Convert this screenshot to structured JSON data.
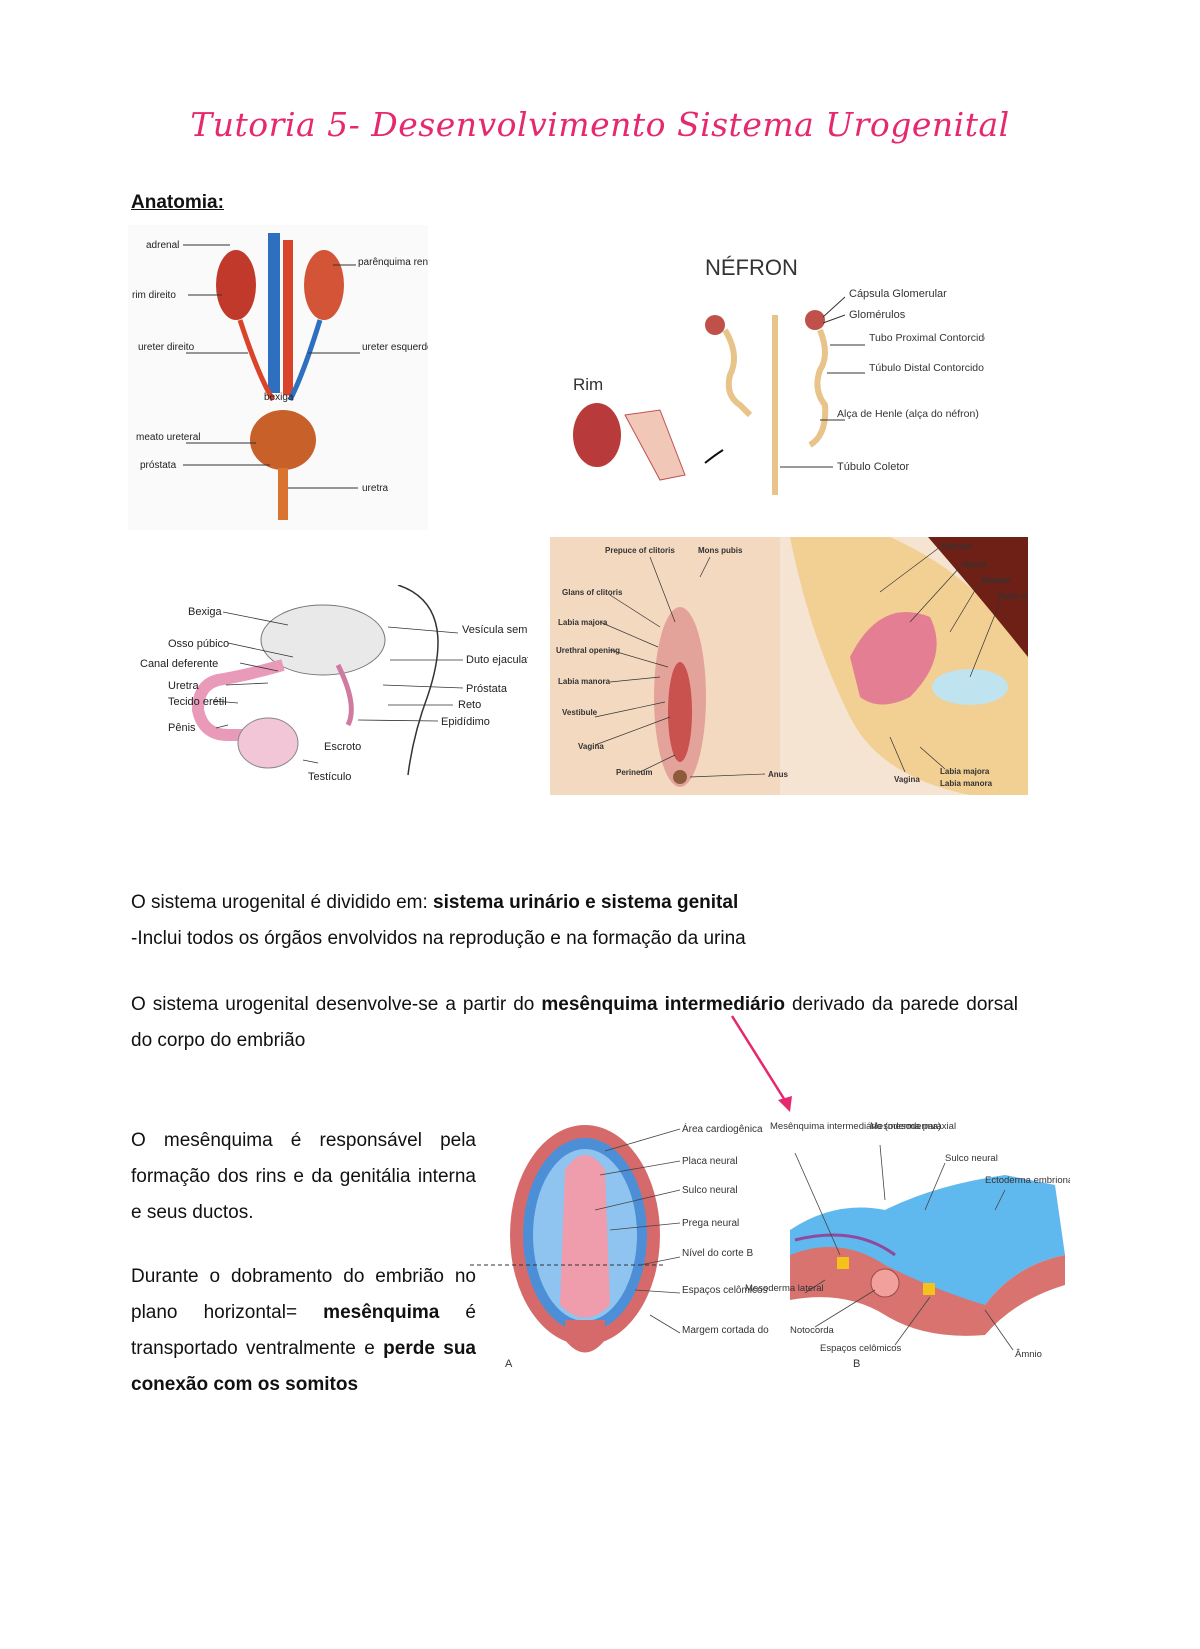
{
  "title": "Tutoria 5- Desenvolvimento Sistema Urogenital",
  "section_heading": "Anatomia:",
  "fig_urinary": {
    "labels": [
      "adrenal",
      "parênquima renal",
      "rim direito",
      "ureter direito",
      "ureter esquerdo",
      "bexiga",
      "meato ureteral",
      "próstata",
      "uretra"
    ]
  },
  "fig_nephron": {
    "title": "NÉFRON",
    "kidney_label": "Rim",
    "labels": [
      "Cápsula Glomerular",
      "Glomérulos",
      "Tubo Proximal Contorcido",
      "Túbulo Distal Contorcido",
      "Alça de Henle (alça do néfron)",
      "Túbulo Coletor"
    ]
  },
  "fig_male": {
    "labels": [
      "Bexiga",
      "Osso púbico",
      "Canal deferente",
      "Uretra",
      "Tecido erétil",
      "Pênis",
      "Vesícula seminal",
      "Duto ejaculatório",
      "Próstata",
      "Reto",
      "Epidídimo",
      "Escroto",
      "Testículo"
    ]
  },
  "fig_female": {
    "labels": [
      "Prepuce of clitoris",
      "Mons pubis",
      "Glans of clitoris",
      "Labia majora",
      "Urethral opening",
      "Labia manora",
      "Vestibule",
      "Vagina",
      "Perineum",
      "Anus",
      "Rectum",
      "Uterus",
      "Bladder",
      "Pubic symphysis",
      "Vagina",
      "Labia majora",
      "Labia manora"
    ]
  },
  "paragraphs": {
    "p1_a": "O sistema urogenital é dividido em: ",
    "p1_b": "sistema urinário e sistema genital",
    "p2": "-Inclui todos os órgãos envolvidos na reprodução e na formação da urina",
    "p3_a": "O sistema urogenital desenvolve-se a partir do ",
    "p3_b": "mesênquima intermediário",
    "p3_c": " derivado da parede dorsal do corpo do embrião",
    "p4": "O mesênquima é responsável pela formação dos rins e da genitália interna e seus ductos.",
    "p5_a": "Durante o dobramento do embrião no plano horizontal= ",
    "p5_b": "mesênquima",
    "p5_c": " é transportado ventralmente e ",
    "p5_d": "perde sua conexão com os somitos"
  },
  "fig_embryo_a": {
    "labels": [
      "Área cardiogênica",
      "Placa neural",
      "Sulco neural",
      "Prega neural",
      "Nível do corte B",
      "Espaços celômicos",
      "Margem cortada do âmnio"
    ],
    "letter": "A"
  },
  "fig_embryo_b": {
    "labels": [
      "Mesênquima intermediário (mesoderma)",
      "Mesoderma paraxial",
      "Sulco neural",
      "Ectoderma embrionário",
      "Mesoderma lateral",
      "Notocorda",
      "Espaços celômicos",
      "Âmnio"
    ],
    "letter": "B"
  },
  "colors": {
    "title": "#e6286e",
    "arrow": "#e6286e"
  }
}
